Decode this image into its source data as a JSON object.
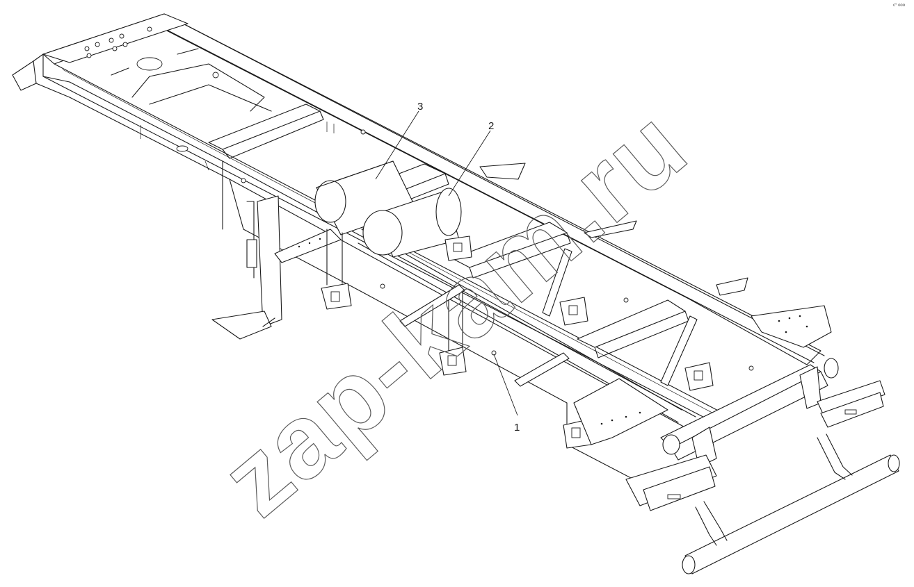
{
  "callouts": [
    {
      "label": "1"
    },
    {
      "label": "2"
    },
    {
      "label": "3"
    }
  ],
  "watermark": "zap-kam.ru",
  "corner_mark": "c° ooo"
}
